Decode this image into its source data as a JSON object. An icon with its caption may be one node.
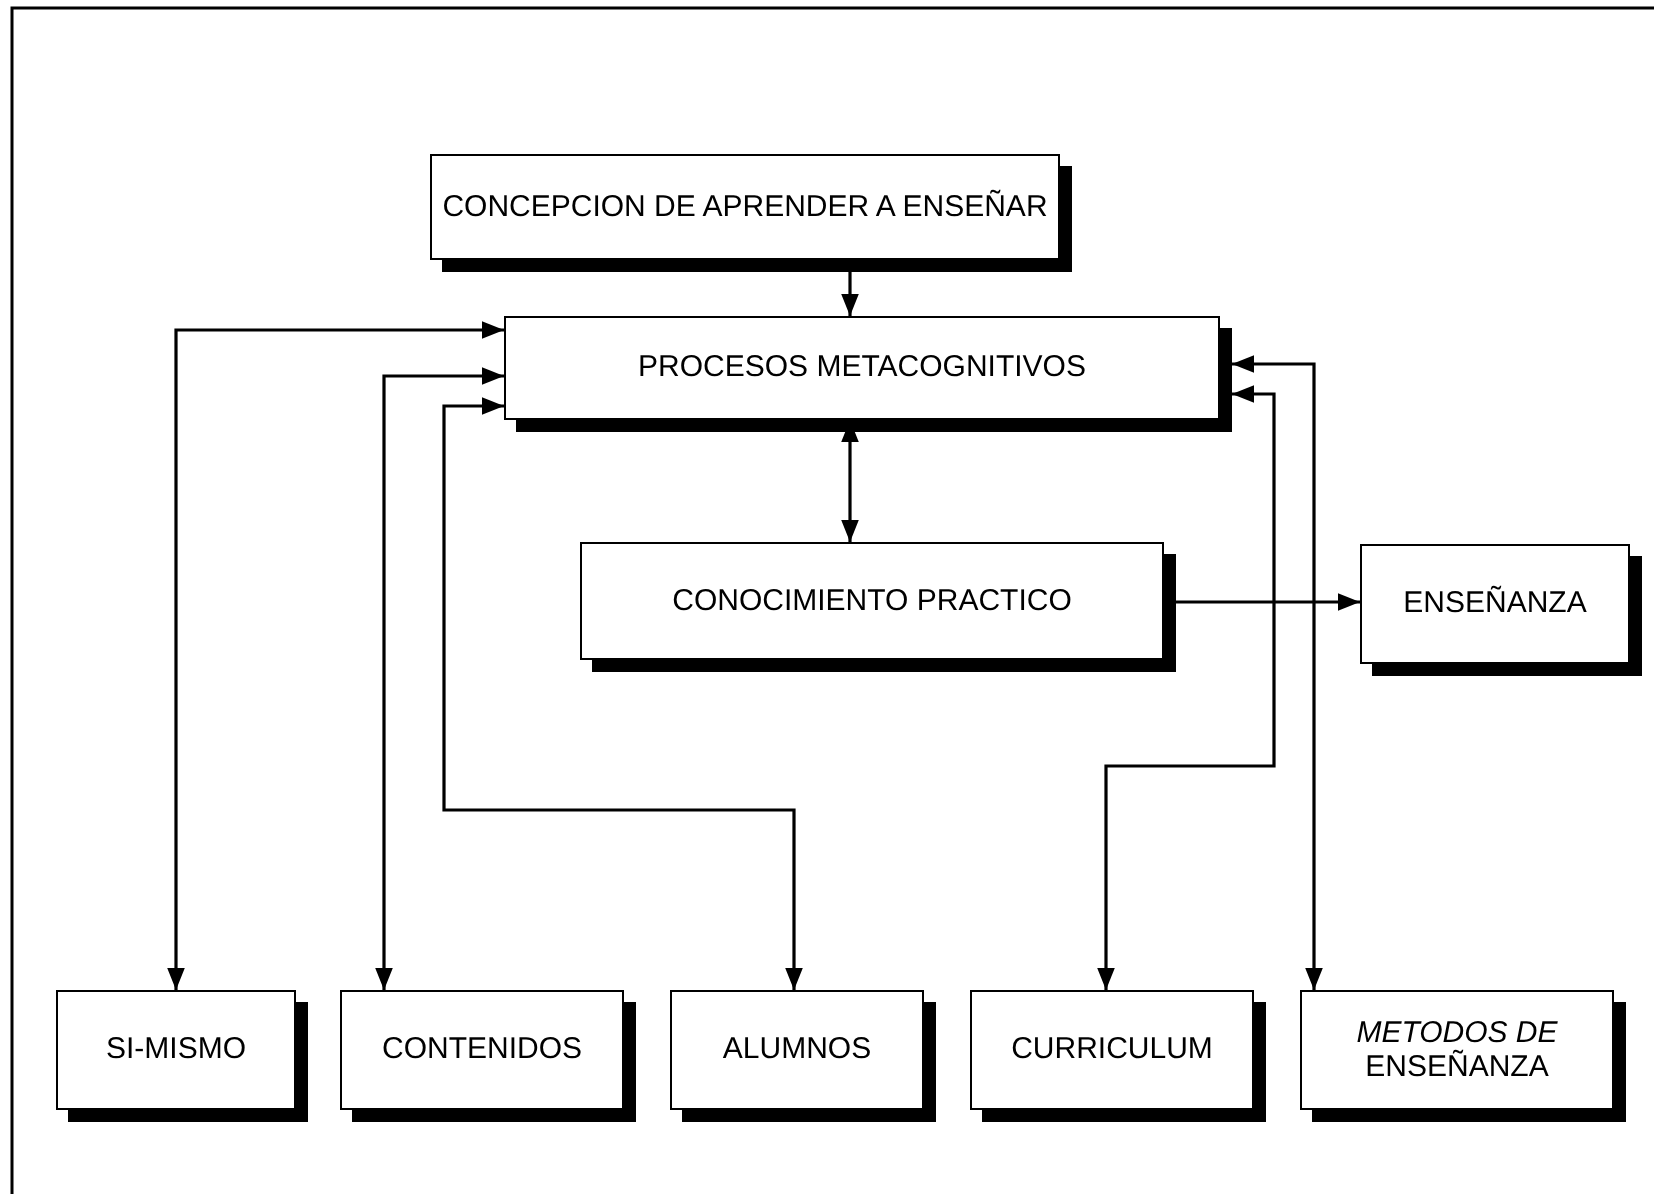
{
  "diagram": {
    "nodes": [
      {
        "text": [
          "CONCEPCION DE APRENDER A ENSEÑAR"
        ]
      },
      {
        "text": [
          "PROCESOS METACOGNITIVOS"
        ]
      },
      {
        "text": [
          "CONOCIMIENTO PRACTICO"
        ]
      },
      {
        "text": [
          "ENSEÑANZA"
        ]
      },
      {
        "text": [
          "SI-MISMO"
        ]
      },
      {
        "text": [
          "CONTENIDOS"
        ]
      },
      {
        "text": [
          "ALUMNOS"
        ]
      },
      {
        "text": [
          "CURRICULUM"
        ]
      },
      {
        "text": [
          "*METODOS DE* ENSEÑANZA"
        ]
      }
    ],
    "edges": [
      {
        "from": 0,
        "to": 1,
        "arrow": "to"
      },
      {
        "from": 1,
        "to": 2,
        "arrow": "both"
      },
      {
        "from": 2,
        "to": 3,
        "arrow": "to"
      },
      {
        "from": 1,
        "to": 4,
        "arrow": "both"
      },
      {
        "from": 1,
        "to": 5,
        "arrow": "both"
      },
      {
        "from": 1,
        "to": 6,
        "arrow": "both"
      },
      {
        "from": 1,
        "to": 7,
        "arrow": "both"
      },
      {
        "from": 1,
        "to": 8,
        "arrow": "both"
      }
    ]
  }
}
